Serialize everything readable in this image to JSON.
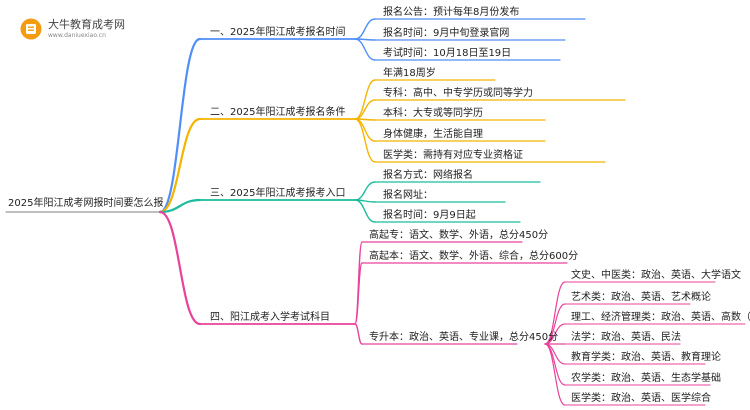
{
  "logo": {
    "name": "大牛教育成考网",
    "url": "www.daniuexiao.cn"
  },
  "root": {
    "label": "2025年阳江成考网报时间要怎么报"
  },
  "colors": {
    "branch1": "#4f8ff7",
    "branch2": "#f4b400",
    "branch3": "#1abc9c",
    "branch4": "#e8439b"
  },
  "branches": [
    {
      "label": "一、2025年阳江成考报名时间",
      "children": [
        {
          "label": "报名公告：预计每年8月份发布"
        },
        {
          "label": "报名时间：9月中旬登录官网"
        },
        {
          "label": "考试时间：10月18日至19日"
        }
      ]
    },
    {
      "label": "二、2025年阳江成考报名条件",
      "children": [
        {
          "label": "年满18周岁"
        },
        {
          "label": "专科：高中、中专学历或同等学力"
        },
        {
          "label": "本科：大专或等同学历"
        },
        {
          "label": "身体健康，生活能自理"
        },
        {
          "label": "医学类：需持有对应专业资格证"
        }
      ]
    },
    {
      "label": "三、2025年阳江成考报考入口",
      "children": [
        {
          "label": "报名方式：网络报名"
        },
        {
          "label": "报名网址："
        },
        {
          "label": "报名时间：9月9日起"
        }
      ]
    },
    {
      "label": "四、阳江成考入学考试科目",
      "children": [
        {
          "label": "高起专：语文、数学、外语，总分450分"
        },
        {
          "label": "高起本：语文、数学、外语、综合，总分600分"
        },
        {
          "label": "专升本：政治、英语、专业课，总分450分",
          "children": [
            {
              "label": "文史、中医类：政治、英语、大学语文"
            },
            {
              "label": "艺术类：政治、英语、艺术概论"
            },
            {
              "label": "理工、经济管理类：政治、英语、高数（二）"
            },
            {
              "label": "法学：政治、英语、民法"
            },
            {
              "label": "教育学类：政治、英语、教育理论"
            },
            {
              "label": "农学类：政治、英语、生态学基础"
            },
            {
              "label": "医学类：政治、英语、医学综合"
            }
          ]
        }
      ]
    }
  ]
}
